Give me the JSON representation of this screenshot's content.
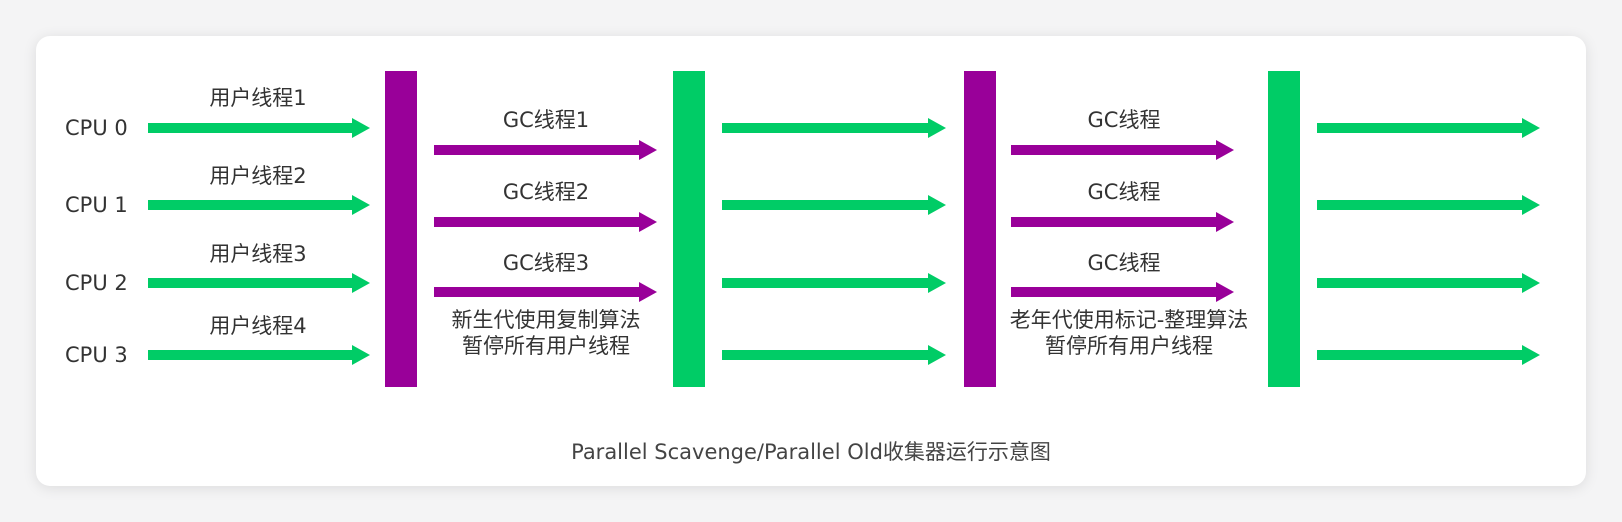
{
  "colors": {
    "user_thread": "#00cc66",
    "gc_thread": "#990099",
    "young_pause_bar": "#990099",
    "old_pause_bar": "#990099",
    "resume_bar": "#00cc66"
  },
  "cpus": [
    "CPU 0",
    "CPU 1",
    "CPU 2",
    "CPU 3"
  ],
  "user_threads": [
    "用户线程1",
    "用户线程2",
    "用户线程3",
    "用户线程4"
  ],
  "young_gc": {
    "threads": [
      "GC线程1",
      "GC线程2",
      "GC线程3"
    ],
    "note": "新生代使用复制算法\n暂停所有用户线程"
  },
  "old_gc": {
    "threads": [
      "GC线程",
      "GC线程",
      "GC线程"
    ],
    "note": "老年代使用标记-整理算法\n暂停所有用户线程"
  },
  "caption": "Parallel Scavenge/Parallel Old收集器运行示意图"
}
